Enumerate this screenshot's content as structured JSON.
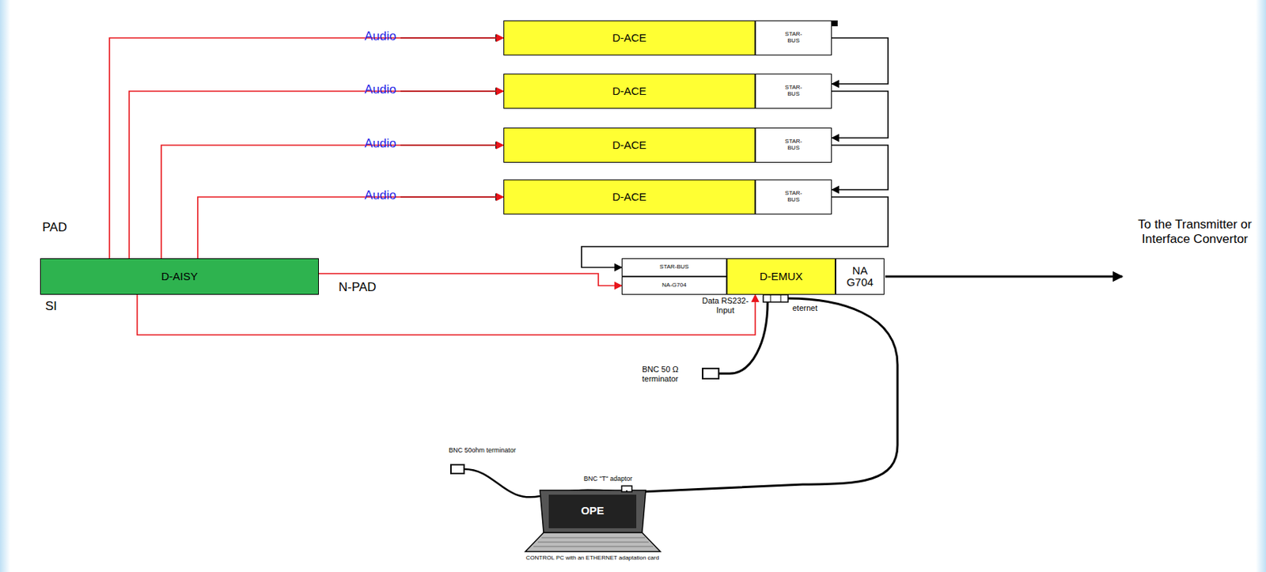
{
  "diagram": {
    "nodes": [
      {
        "text": [
          "D-ACE"
        ]
      },
      {
        "text": [
          "STAR-BUS"
        ]
      },
      {
        "text": [
          "D-ACE"
        ]
      },
      {
        "text": [
          "STAR-BUS"
        ]
      },
      {
        "text": [
          "D-ACE"
        ]
      },
      {
        "text": [
          "STAR-BUS"
        ]
      },
      {
        "text": [
          "D-ACE"
        ]
      },
      {
        "text": [
          "STAR-BUS"
        ]
      },
      {
        "text": [
          "D-AISY"
        ]
      },
      {
        "text": [
          "STAR-BUS"
        ]
      },
      {
        "text": [
          "NA-G704"
        ]
      },
      {
        "text": [
          "D-EMUX"
        ]
      },
      {
        "text": [
          "NA G704"
        ]
      }
    ],
    "edges": [
      {
        "from": 1,
        "to": 3,
        "arrow": "to"
      },
      {
        "from": 3,
        "to": 5,
        "arrow": "to"
      },
      {
        "from": 5,
        "to": 7,
        "arrow": "to"
      },
      {
        "from": 7,
        "to": 9,
        "arrow": "to"
      },
      {
        "from": 8,
        "to": 0,
        "arrow": "to"
      },
      {
        "from": 8,
        "to": 2,
        "arrow": "to"
      },
      {
        "from": 8,
        "to": 4,
        "arrow": "to"
      },
      {
        "from": 8,
        "to": 6,
        "arrow": "to"
      },
      {
        "from": 8,
        "to": 10,
        "label": "N-PAD",
        "arrow": "to"
      },
      {
        "from": 8,
        "to": 11,
        "arrow": "to"
      }
    ],
    "labels": [
      "Audio",
      "Audio",
      "Audio",
      "Audio",
      "PAD",
      "SI",
      "Data RS232-Input",
      "eternet",
      "To the Transmitter or Interface Convertor",
      "BNC 50 Ω terminator",
      "BNC 50ohm terminator",
      "BNC \"T\" adaptor",
      "OPE",
      "CONTROL PC with an ETHERNET adaptation card"
    ]
  }
}
